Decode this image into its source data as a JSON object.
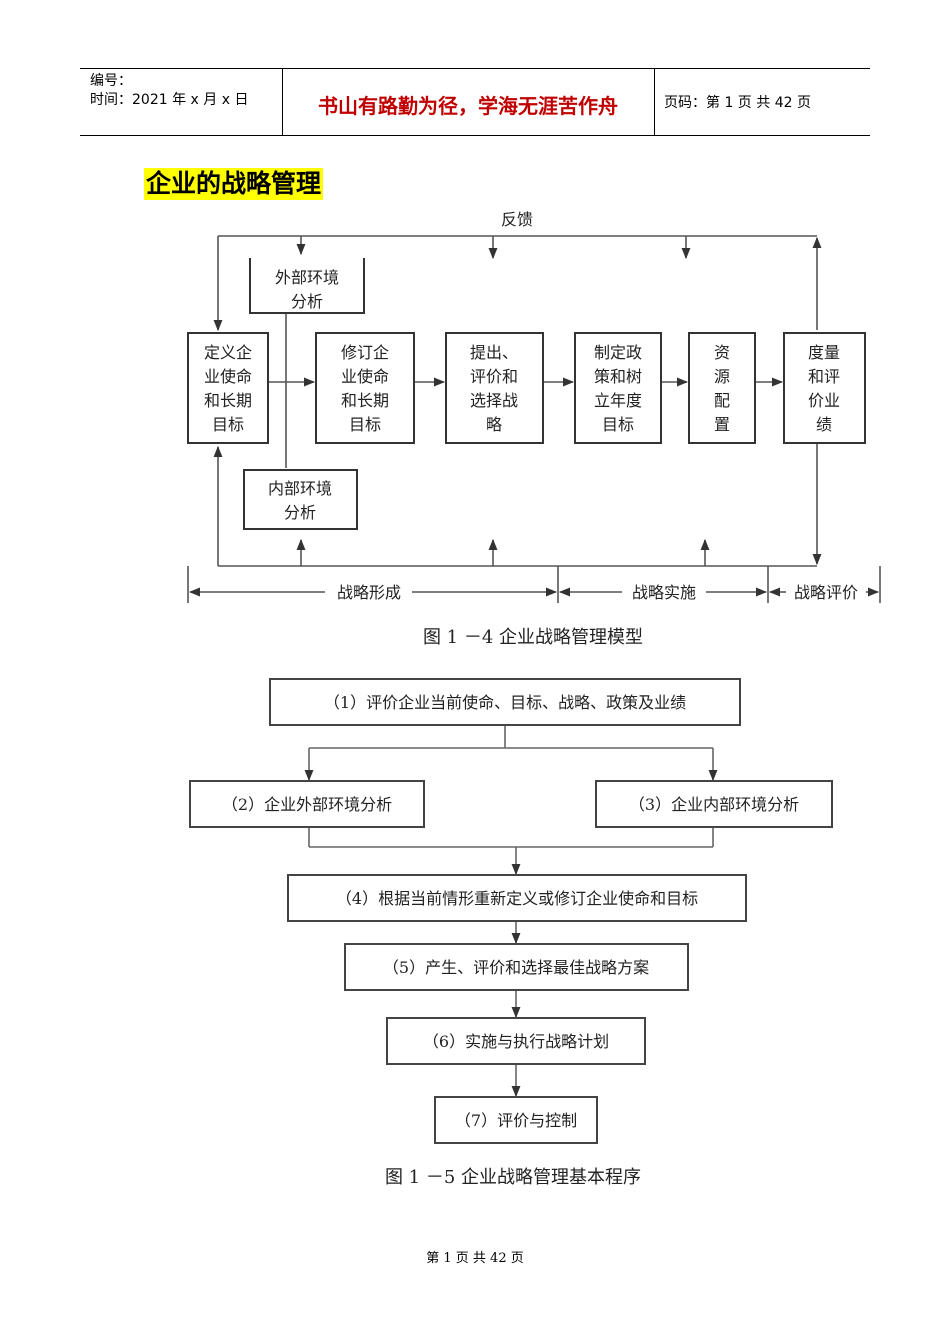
{
  "header": {
    "serial_label": "编号：",
    "time_label": "时间：2021 年 x 月 x 日",
    "motto": "书山有路勤为径，学海无涯苦作舟",
    "page_code": "页码：第 1 页  共 42 页"
  },
  "title": "企业的战略管理",
  "figure1": {
    "feedback": "反馈",
    "boxes": {
      "define": [
        "定义企",
        "业使命",
        "和长期",
        "目标"
      ],
      "revise": [
        "修订企",
        "业使命",
        "和长期",
        "目标"
      ],
      "propose": [
        "提出、",
        "评价和",
        "选择战",
        "略"
      ],
      "policy": [
        "制定政",
        "策和树",
        "立年度",
        "目标"
      ],
      "resource": [
        "资",
        "源",
        "配",
        "置"
      ],
      "measure": [
        "度量",
        "和评",
        "价业",
        "绩"
      ],
      "external": [
        "外部环境",
        "分析"
      ],
      "internal": [
        "内部环境",
        "分析"
      ]
    },
    "phases": [
      "战略形成",
      "战略实施",
      "战略评价"
    ],
    "caption": "图 1 －4    企业战略管理模型"
  },
  "figure2": {
    "steps": [
      "（1）评价企业当前使命、目标、战略、政策及业绩",
      "（2）企业外部环境分析",
      "（3）企业内部环境分析",
      "（4）根据当前情形重新定义或修订企业使命和目标",
      "（5）产生、评价和选择最佳战略方案",
      "（6）实施与执行战略计划",
      "（7）评价与控制"
    ],
    "caption": "图 1 －5    企业战略管理基本程序"
  },
  "footer": "第 1 页 共 42 页"
}
